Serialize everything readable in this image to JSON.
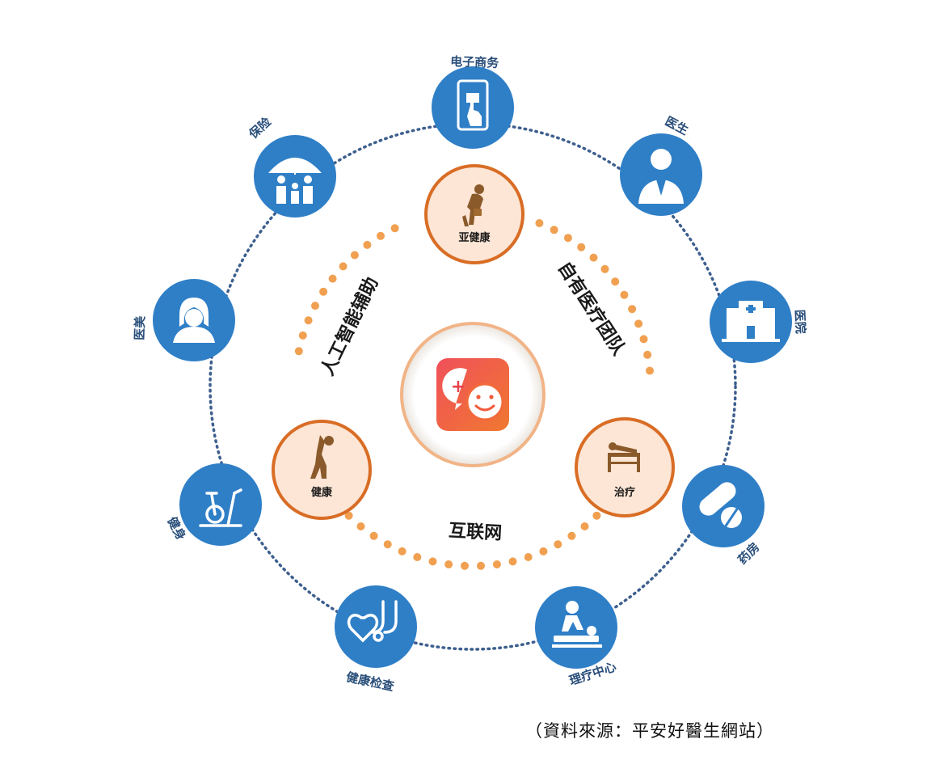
{
  "services": {
    "ecommerce": "电子商务",
    "doctor": "医生",
    "hospital": "医院",
    "pharmacy": "药房",
    "therapy_center": "理疗中心",
    "health_check": "健康检查",
    "fitness": "健身",
    "beauty": "医美",
    "insurance": "保险"
  },
  "stages": {
    "sub_health": "亚健康",
    "healthy": "健康",
    "treatment": "治疗"
  },
  "arcs": {
    "ai_assist": "人工智能辅助",
    "own_medical_team": "自有医疗团队",
    "internet": "互联网"
  },
  "source_note": "（資料來源：平安好醫生網站）",
  "colors": {
    "outer_blue": "#2f7fc7",
    "stage_orange": "#d96d25",
    "stage_fill": "#fde6d5",
    "dots_orange": "#f0a050",
    "ring_blue": "#3d5f8f"
  }
}
